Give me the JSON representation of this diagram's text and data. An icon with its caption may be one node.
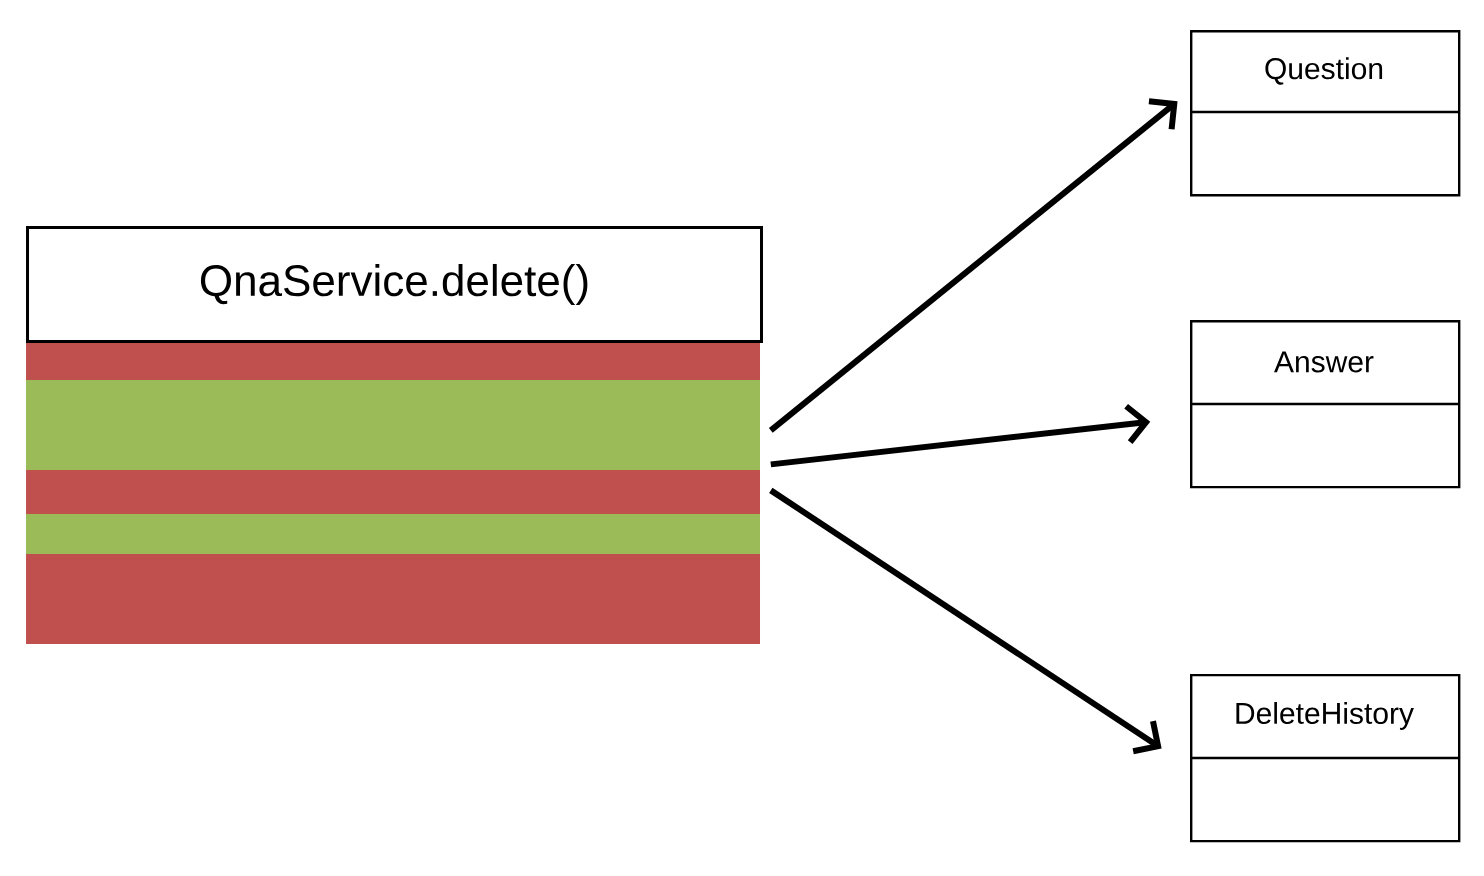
{
  "diagram": {
    "nodes": [
      {
        "text": [
          "QnaService.delete()"
        ]
      },
      {
        "text": [
          "Question"
        ]
      },
      {
        "text": [
          "Answer"
        ]
      },
      {
        "text": [
          "DeleteHistory"
        ]
      }
    ],
    "edges": [
      {
        "from": 0,
        "to": 1,
        "arrow": "to"
      },
      {
        "from": 0,
        "to": 2,
        "arrow": "to"
      },
      {
        "from": 0,
        "to": 3,
        "arrow": "to"
      }
    ]
  }
}
